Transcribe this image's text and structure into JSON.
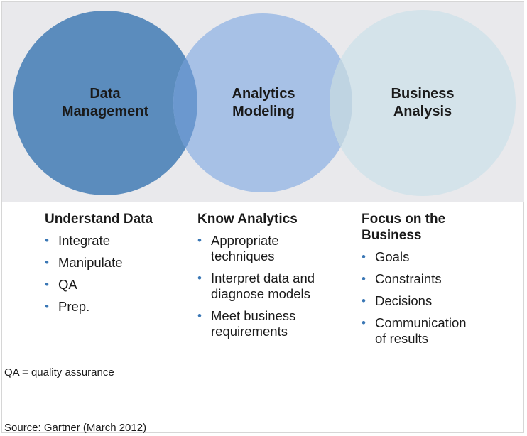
{
  "colors": {
    "band": "#e9e9ec",
    "circle_data": "#5b8cbd",
    "circle_analytics": "#a7c1e6",
    "circle_business": "#d4e3ea",
    "overlap_left": "#6b98cf",
    "overlap_right": "#bfd4e2",
    "bullet": "#3a77b5"
  },
  "circles": [
    {
      "id": "data",
      "label_line1": "Data",
      "label_line2": "Management"
    },
    {
      "id": "analytics",
      "label_line1": "Analytics",
      "label_line2": "Modeling"
    },
    {
      "id": "business",
      "label_line1": "Business",
      "label_line2": "Analysis"
    }
  ],
  "columns": [
    {
      "heading_line1": "Understand Data",
      "heading_line2": "",
      "items": [
        {
          "line1": "Integrate",
          "line2": ""
        },
        {
          "line1": "Manipulate",
          "line2": ""
        },
        {
          "line1": "QA",
          "line2": ""
        },
        {
          "line1": "Prep.",
          "line2": ""
        }
      ]
    },
    {
      "heading_line1": "Know Analytics",
      "heading_line2": "",
      "items": [
        {
          "line1": "Appropriate",
          "line2": "techniques"
        },
        {
          "line1": "Interpret data and",
          "line2": "diagnose models"
        },
        {
          "line1": "Meet business",
          "line2": "requirements"
        }
      ]
    },
    {
      "heading_line1": "Focus on the",
      "heading_line2": "Business",
      "items": [
        {
          "line1": "Goals",
          "line2": ""
        },
        {
          "line1": "Constraints",
          "line2": ""
        },
        {
          "line1": "Decisions",
          "line2": ""
        },
        {
          "line1": "Communication",
          "line2": "of results"
        }
      ]
    }
  ],
  "footnote": "QA = quality assurance",
  "source": "Source: Gartner (March 2012)"
}
